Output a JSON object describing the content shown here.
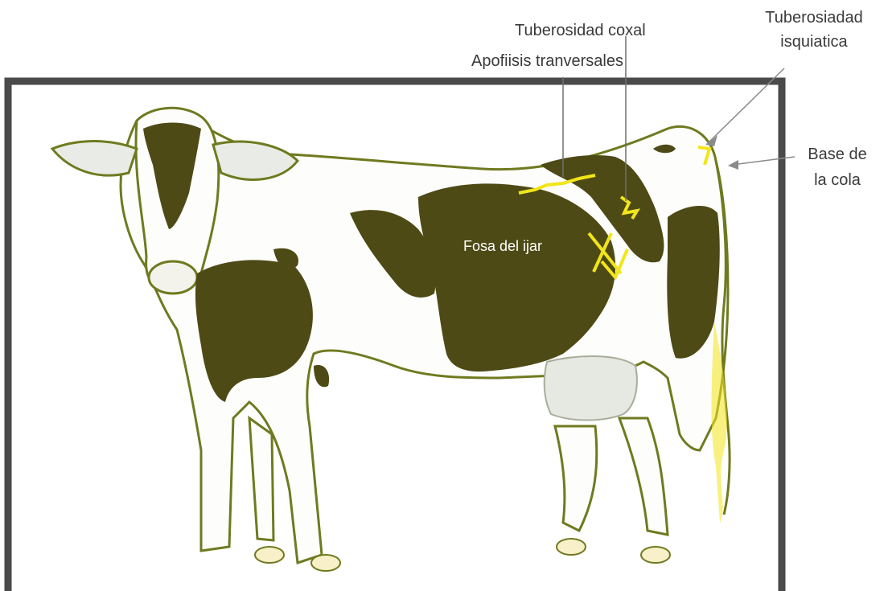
{
  "labels": {
    "tuberosidad_coxal": "Tuberosidad coxal",
    "apofisis_transversales": "Apofiisis tranversales",
    "tuberosidad_isquiatica_line1": "Tuberosiadad",
    "tuberosidad_isquiatica_line2": "isquiatica",
    "base_cola_line1": "Base de",
    "base_cola_line2": "la cola",
    "fosa_ijar": "Fosa del ijar"
  },
  "colors": {
    "frame": "#4a4a4a",
    "cow_outline": "#6f7a1f",
    "cow_patch": "#4d4a16",
    "marker": "#f2e51a",
    "udder": "#e6e8e2",
    "label_text": "#3a3a3a"
  },
  "icons": [
    "cow-illustration",
    "arrow-pointer"
  ]
}
